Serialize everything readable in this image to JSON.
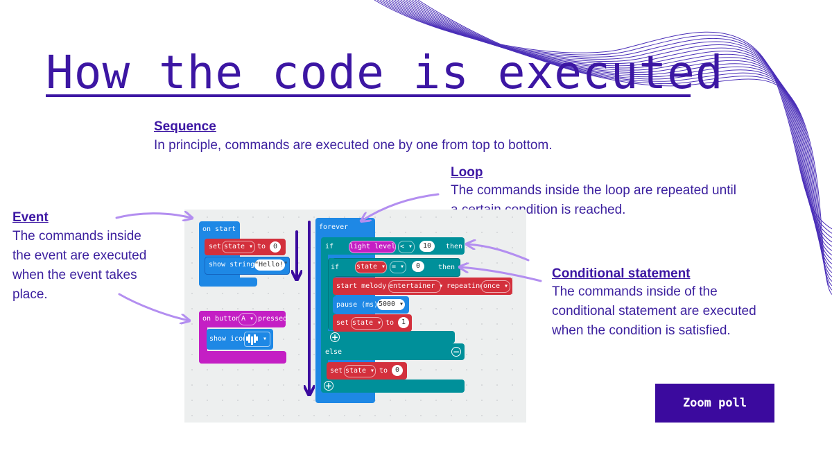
{
  "title": "How the code is executed",
  "sequence": {
    "heading": "Sequence",
    "body": "In principle, commands are executed one by one from top to bottom."
  },
  "loop": {
    "heading": "Loop",
    "line1": "The commands inside the loop are repeated until",
    "line2": "a certain condition is reached."
  },
  "event": {
    "heading": "Event",
    "line1": "The commands inside",
    "line2": "the event are executed",
    "line3": "when the event takes",
    "line4": "place."
  },
  "conditional": {
    "heading": "Conditional statement",
    "line1": "The commands inside of the",
    "line2": "conditional statement are executed",
    "line3": "when the condition is satisfied."
  },
  "code": {
    "on_start": "on start",
    "set": "set",
    "state_var": "state ▾",
    "to": "to",
    "zero": "0",
    "one": "1",
    "show_string": "show string",
    "hello": "\"Hello!\"",
    "on_button": "on button",
    "button_a": "A ▾",
    "pressed": "pressed",
    "show_icon": "show icon",
    "icon_caret": "▾",
    "forever": "forever",
    "if": "if",
    "light_level": "light level",
    "lt_op": "< ▾",
    "ten": "10",
    "then": "then",
    "eq_op": "= ▾",
    "start_melody": "start melody",
    "entertainer": "entertainer ▾",
    "repeating": "repeating",
    "once": "once ▾",
    "pause": "pause (ms)",
    "pause_val": "5000 ▾",
    "else": "else",
    "plus": "+",
    "minus": "−"
  },
  "zoom_poll": "Zoom poll",
  "colors": {
    "accent": "#3c16a3",
    "loop_blue": "#1e88e5",
    "logic_teal": "#00909a",
    "variable_red": "#d3303c",
    "input_magenta": "#c41fc4",
    "arrow_lilac": "#b38ef0",
    "button": "#3b0a9e"
  }
}
